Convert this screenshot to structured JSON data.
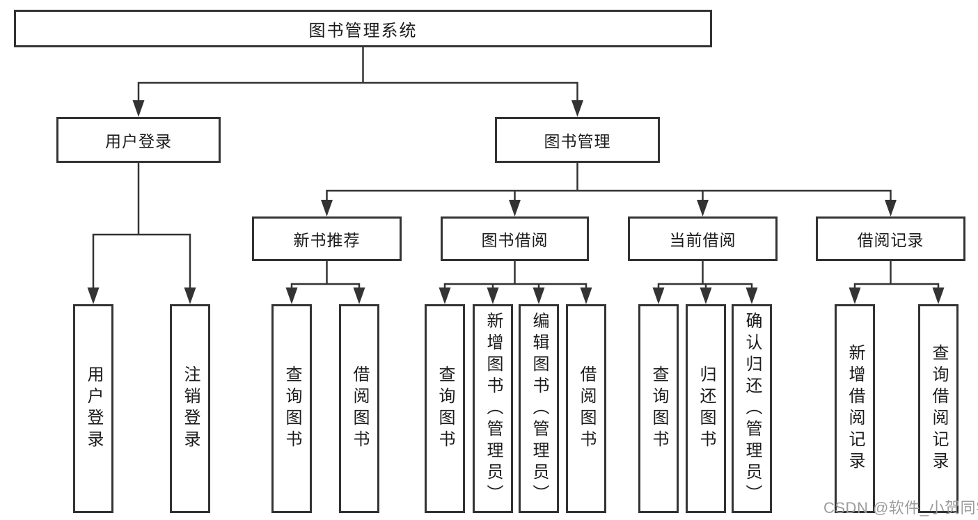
{
  "diagram": {
    "root": {
      "label": "图书管理系统"
    },
    "branches": [
      {
        "label": "用户登录",
        "leaves": [
          "用户登录",
          "注销登录"
        ]
      },
      {
        "label": "图书管理",
        "groups": [
          {
            "label": "新书推荐",
            "leaves": [
              "查询图书",
              "借阅图书"
            ]
          },
          {
            "label": "图书借阅",
            "leaves": [
              "查询图书",
              "新增图书（管理员）",
              "编辑图书（管理员）",
              "借阅图书"
            ]
          },
          {
            "label": "当前借阅",
            "leaves": [
              "查询图书",
              "归还图书",
              "确认归还（管理员）"
            ]
          },
          {
            "label": "借阅记录",
            "leaves": [
              "新增借阅记录",
              "查询借阅记录"
            ]
          }
        ]
      }
    ],
    "colors": {
      "line": "#333333",
      "text": "#1c1c1c",
      "background": "#ffffff",
      "watermark": "#9c9c9c"
    }
  },
  "page": {
    "watermark": "CSDN @软件_小贺同学"
  }
}
